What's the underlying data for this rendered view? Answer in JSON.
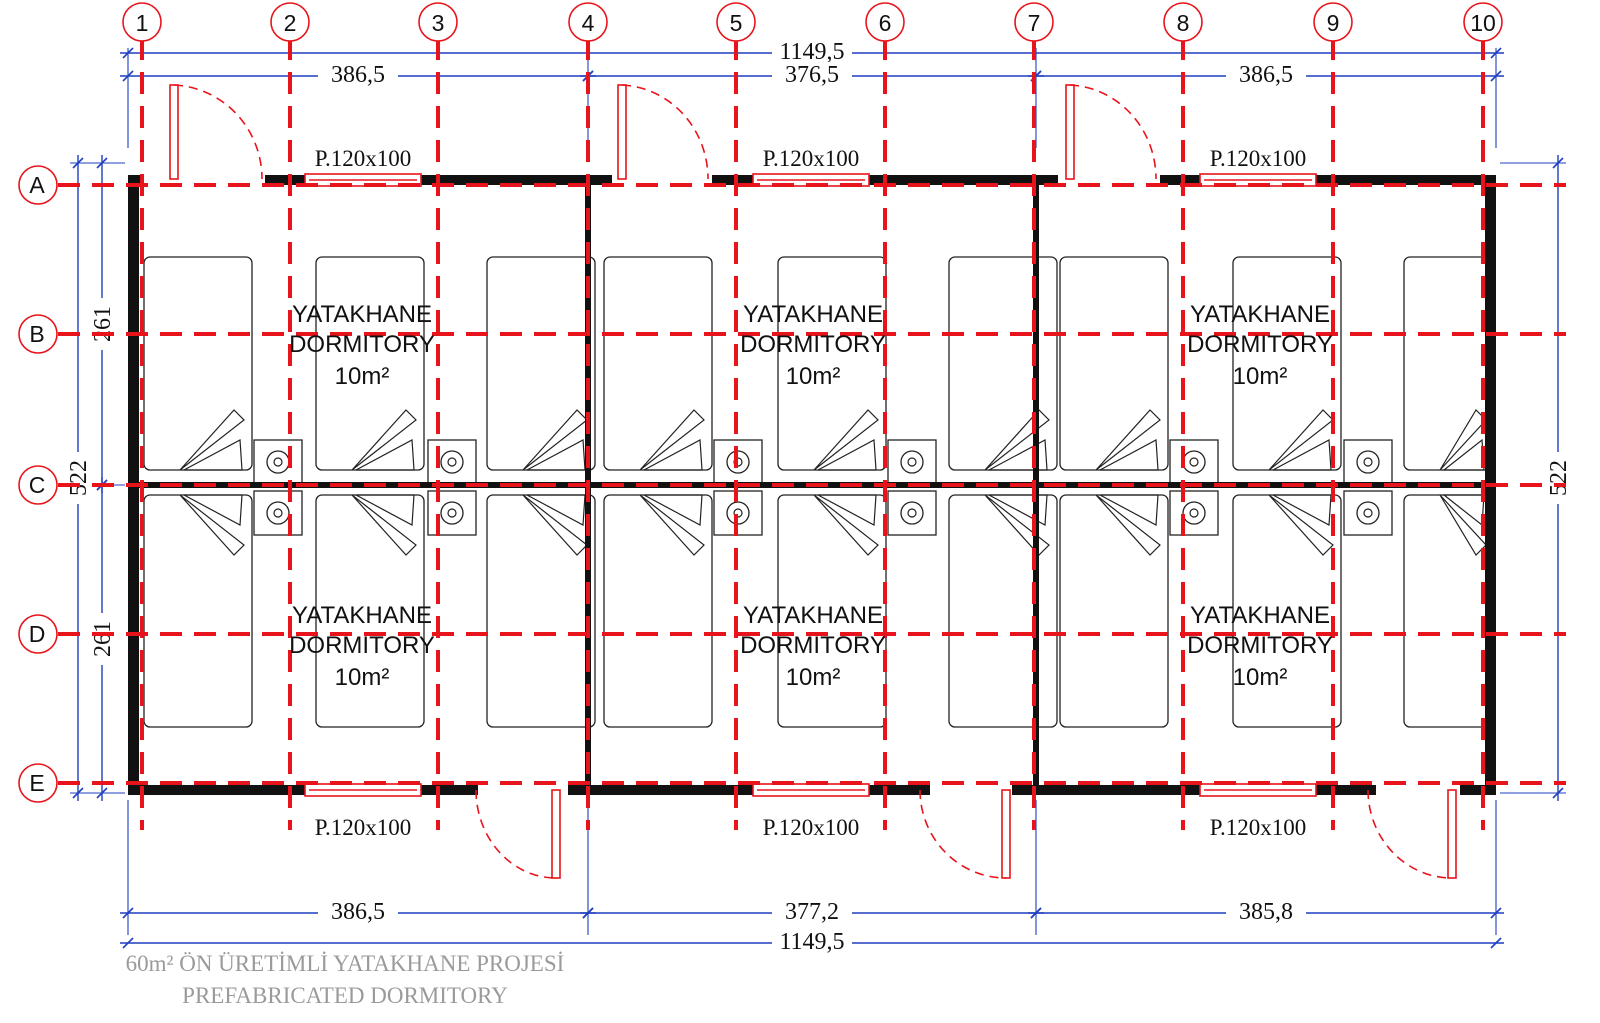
{
  "grid": {
    "columns": [
      "1",
      "2",
      "3",
      "4",
      "5",
      "6",
      "7",
      "8",
      "9",
      "10"
    ],
    "rows": [
      "A",
      "B",
      "C",
      "D",
      "E"
    ]
  },
  "dimensions": {
    "top_total": "1149,5",
    "top_segments": [
      "386,5",
      "376,5",
      "386,5"
    ],
    "bottom_segments": [
      "386,5",
      "377,2",
      "385,8"
    ],
    "bottom_total": "1149,5",
    "left_total": "522",
    "left_upper": "261",
    "left_lower": "261",
    "right_total": "522"
  },
  "windows": {
    "top": [
      "P.120x100",
      "P.120x100",
      "P.120x100"
    ],
    "bottom": [
      "P.120x100",
      "P.120x100",
      "P.120x100"
    ]
  },
  "rooms": [
    {
      "name_tr": "YATAKHANE",
      "name_en": "DORMITORY",
      "area": "10m²"
    },
    {
      "name_tr": "YATAKHANE",
      "name_en": "DORMITORY",
      "area": "10m²"
    },
    {
      "name_tr": "YATAKHANE",
      "name_en": "DORMITORY",
      "area": "10m²"
    },
    {
      "name_tr": "YATAKHANE",
      "name_en": "DORMITORY",
      "area": "10m²"
    },
    {
      "name_tr": "YATAKHANE",
      "name_en": "DORMITORY",
      "area": "10m²"
    },
    {
      "name_tr": "YATAKHANE",
      "name_en": "DORMITORY",
      "area": "10m²"
    }
  ],
  "caption": {
    "line1": "60m² ÖN ÜRETİMLİ YATAKHANE PROJESİ",
    "line2": "PREFABRICATED DORMITORY"
  },
  "colors": {
    "grid": "#e8141b",
    "wall": "#111111",
    "dimension": "#1f3fbf",
    "furniture": "#222222",
    "caption": "#9a9a9a"
  }
}
